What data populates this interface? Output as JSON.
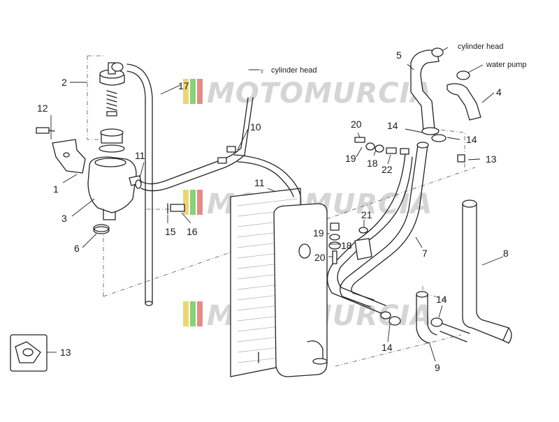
{
  "watermark": {
    "text": "MOTOMURCIA",
    "stripe_colors": [
      "#e8d67a",
      "#8fce7a",
      "#e38b8b"
    ]
  },
  "annotations": {
    "cylinder_head_top": "cylinder head",
    "cylinder_head_right": "cylinder head",
    "water_pump": "water pump"
  },
  "callouts": {
    "c1": "1",
    "c2": "2",
    "c3": "3",
    "c4": "4",
    "c5": "5",
    "c6": "6",
    "c7": "7",
    "c8": "8",
    "c9": "9",
    "c10": "10",
    "c11a": "11",
    "c11b": "11",
    "c12": "12",
    "c13a": "13",
    "c13b": "13",
    "c14a": "14",
    "c14b": "14",
    "c14c": "14",
    "c14d": "14",
    "c15": "15",
    "c16": "16",
    "c17": "17",
    "c18a": "18",
    "c18b": "18",
    "c19a": "19",
    "c19b": "19",
    "c20a": "20",
    "c20b": "20",
    "c21": "21",
    "c22": "22"
  }
}
